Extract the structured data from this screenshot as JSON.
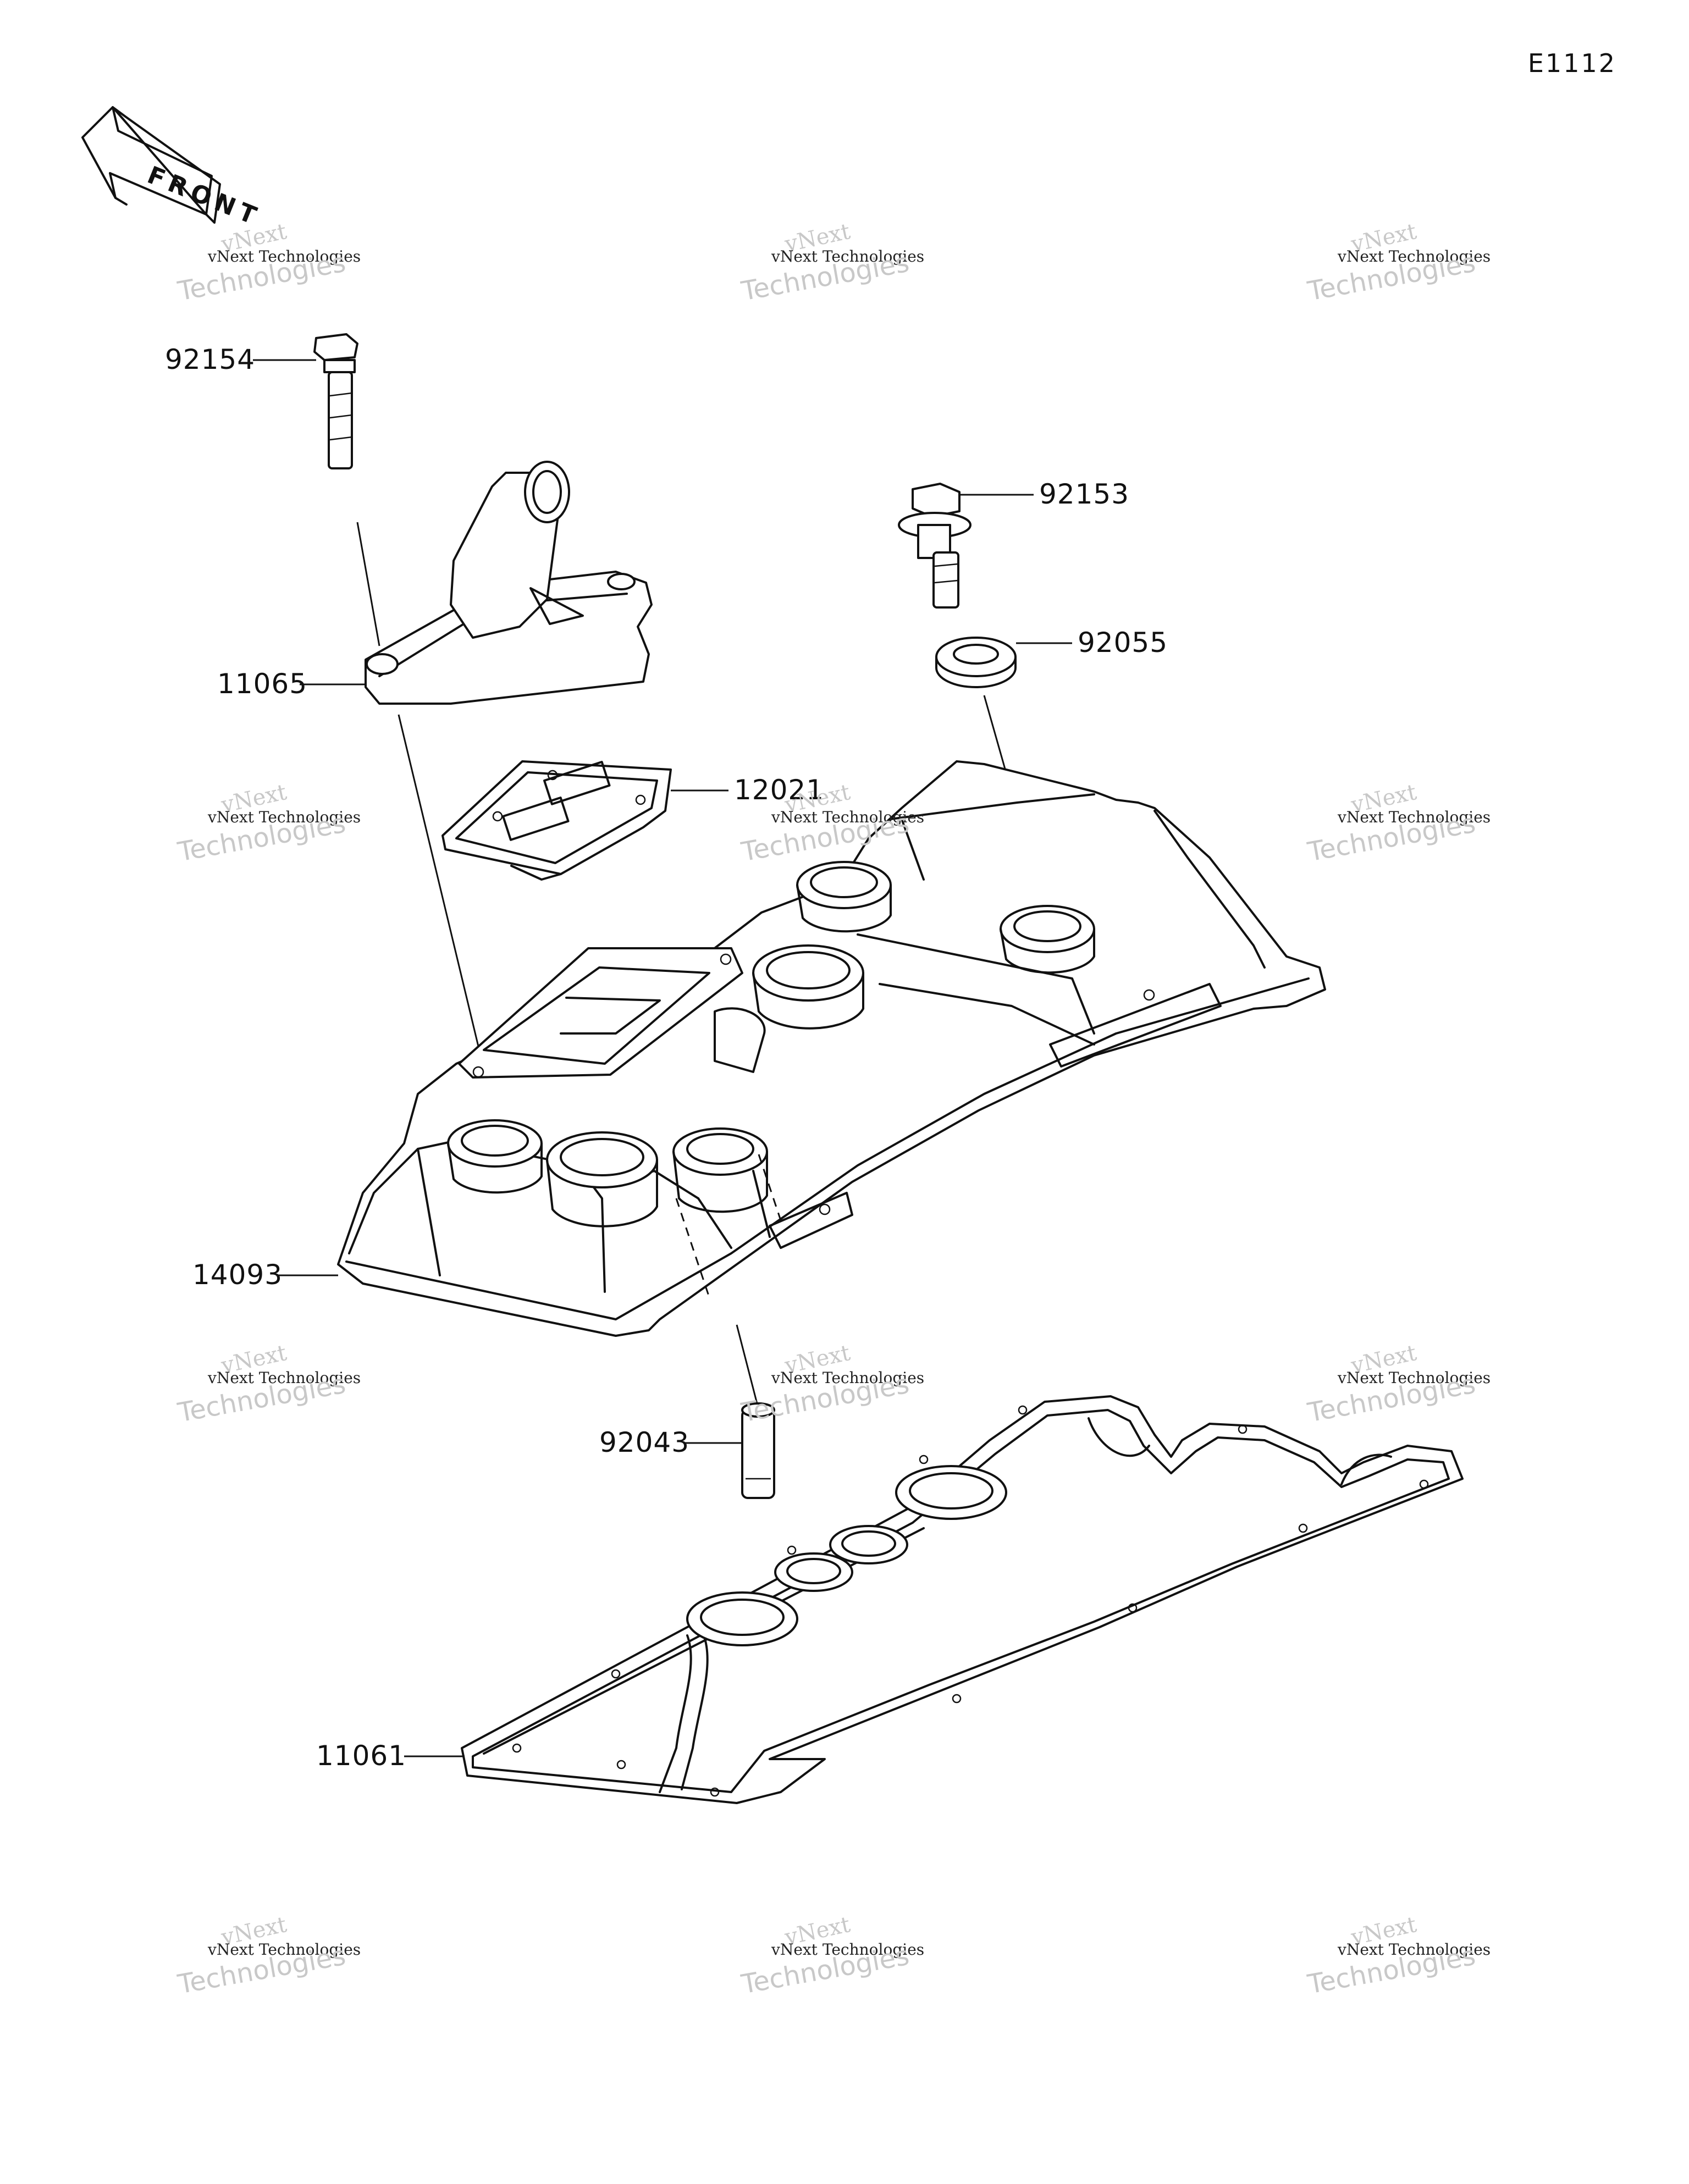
{
  "diagram_code": "E1112",
  "front_label": "FRONT",
  "watermark": {
    "line1": "vNext",
    "line2": "vNext Technologies",
    "line3": "Technologies"
  },
  "parts": [
    {
      "id": "92154"
    },
    {
      "id": "11065"
    },
    {
      "id": "12021"
    },
    {
      "id": "92153"
    },
    {
      "id": "92055"
    },
    {
      "id": "14093"
    },
    {
      "id": "92043"
    },
    {
      "id": "11061"
    }
  ]
}
